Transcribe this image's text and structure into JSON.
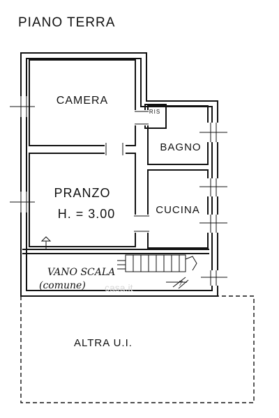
{
  "floor_title": "PIANO TERRA",
  "rooms": {
    "camera": "CAMERA",
    "bagno": "BAGNO",
    "pranzo": "PRANZO",
    "pranzo_height": "H. = 3.00",
    "cucina": "CUCINA",
    "ripostiglio": "RIS"
  },
  "stair": {
    "label": "VANO SCALA",
    "note": "(comune)"
  },
  "other_unit": "ALTRA U.I.",
  "watermark": "casa.it"
}
